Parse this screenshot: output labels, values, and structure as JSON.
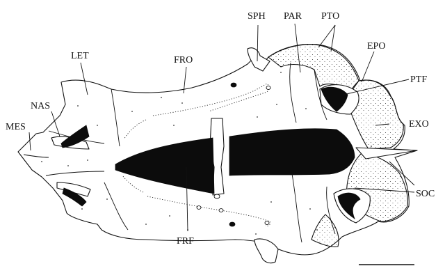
{
  "labels": {
    "sph": "SPH",
    "par": "PAR",
    "pto": "PTO",
    "let": "LET",
    "fro": "FRO",
    "epo": "EPO",
    "ptf": "PTF",
    "nas": "NAS",
    "mes": "MES",
    "exo": "EXO",
    "soc": "SOC",
    "frf": "FRF"
  },
  "colors": {
    "ink": "#111111",
    "fill_black": "#0c0c0c",
    "background": "#ffffff",
    "stipple": "#333333"
  }
}
